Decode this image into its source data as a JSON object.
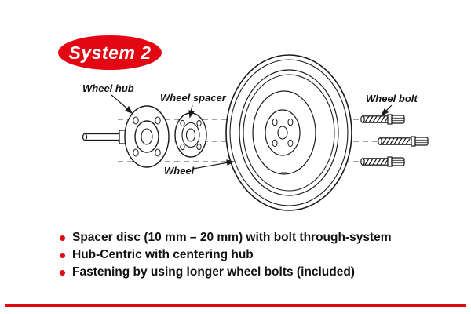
{
  "badge": "System 2",
  "colors": {
    "accent": "#e30613",
    "ink": "#1a1a1a"
  },
  "diagram": {
    "labels": {
      "wheel_hub": "Wheel hub",
      "wheel_spacer": "Wheel spacer",
      "wheel": "Wheel",
      "wheel_bolt": "Wheel bolt"
    }
  },
  "bullets": [
    "Spacer disc (10 mm – 20 mm) with bolt through-system",
    "Hub-Centric with centering hub",
    "Fastening by using longer wheel bolts (included)"
  ]
}
